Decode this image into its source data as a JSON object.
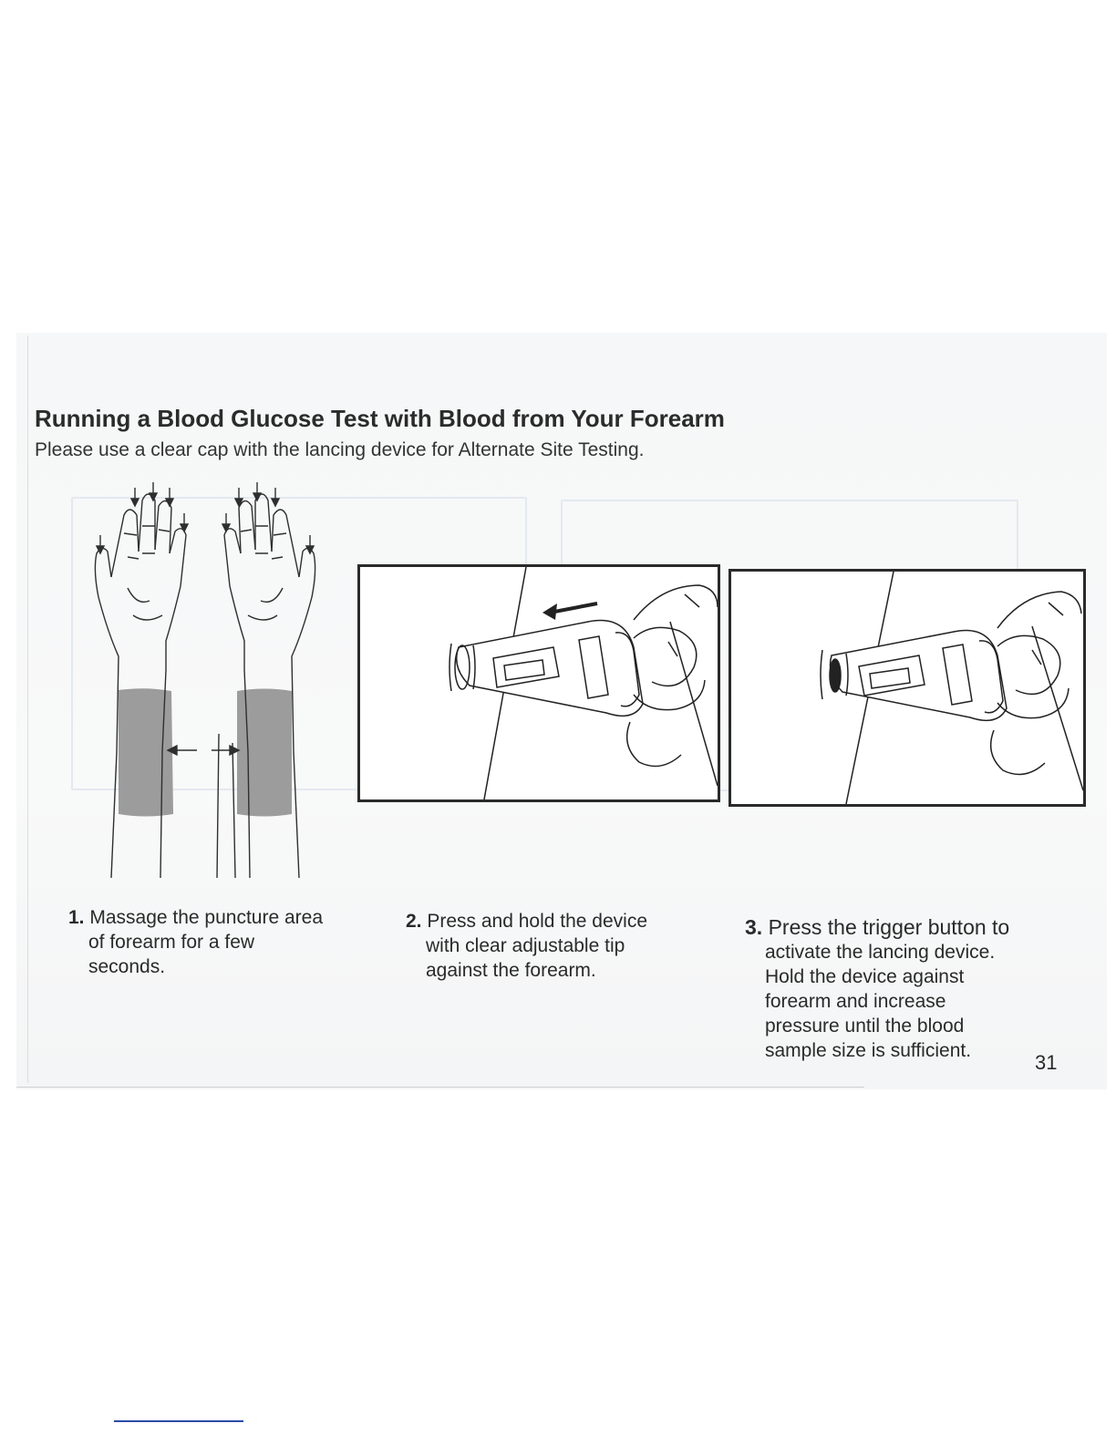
{
  "title": "Running a Blood Glucose Test with Blood from Your Forearm",
  "subtitle": "Please use a clear cap with the lancing device for Alternate Site Testing.",
  "steps": [
    {
      "number": "1.",
      "lines": [
        "Massage the puncture area",
        "of forearm for a few",
        "seconds."
      ]
    },
    {
      "number": "2.",
      "lines": [
        "Press and hold the device",
        "with clear adjustable tip",
        "against the forearm."
      ]
    },
    {
      "number": "3.",
      "lines": [
        "Press the trigger button to",
        "activate the lancing device.",
        "Hold the device against",
        "forearm and increase",
        "pressure until the blood",
        "sample size is sufficient."
      ]
    }
  ],
  "page_number": "31",
  "illustrations": {
    "arms_icon": "forearm-massage-illustration",
    "press_icon": "lancing-device-press-illustration",
    "trigger_icon": "lancing-device-trigger-illustration",
    "highlight_color": "#9a9a9a"
  }
}
